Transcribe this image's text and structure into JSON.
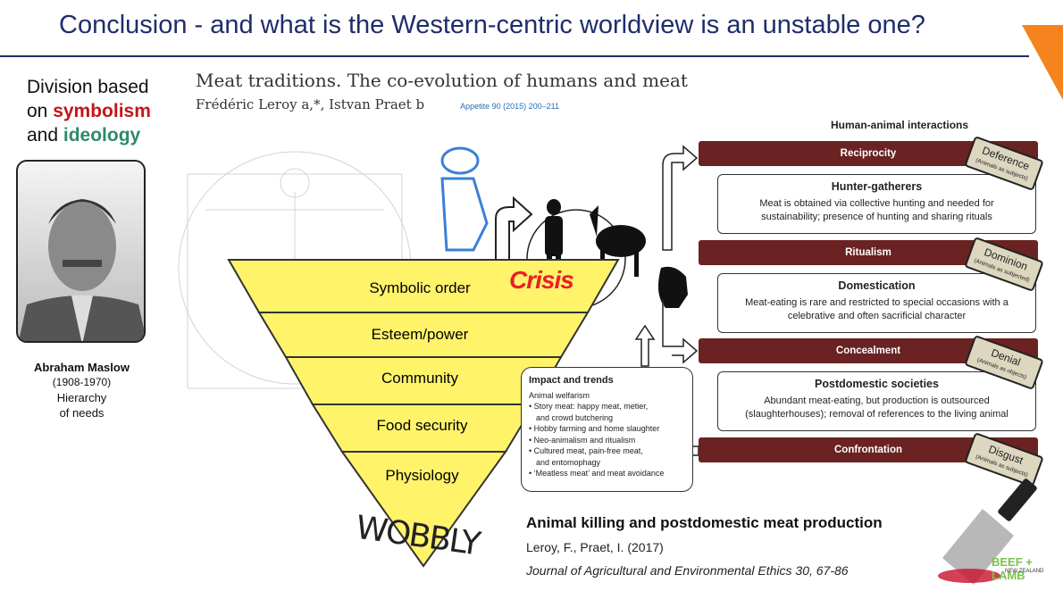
{
  "title": "Conclusion - and what is the Western-centric worldview is an unstable one?",
  "left": {
    "line1": "Division based",
    "on": "on ",
    "symbolism": "symbolism",
    "and": "and ",
    "ideology": "ideology",
    "name": "Abraham Maslow",
    "years": "(1908-1970)",
    "caption1": "Hierarchy",
    "caption2": "of needs"
  },
  "paper1": {
    "title": "Meat traditions. The co-evolution of humans and meat",
    "authors": "Frédéric Leroy a,*, Istvan Praet b",
    "journal": "Appetite 90 (2015) 200–211"
  },
  "pyramid": {
    "levels": [
      "Symbolic order",
      "Esteem/power",
      "Community",
      "Food security",
      "Physiology"
    ],
    "crisis": "Crisis",
    "wobbly": "WOBBLY"
  },
  "interactions": {
    "header": "Human-animal interactions",
    "bars": [
      "Reciprocity",
      "Ritualism",
      "Concealment",
      "Confrontation"
    ],
    "tags": [
      {
        "t": "Deference",
        "s": "(Animals as subjects)"
      },
      {
        "t": "Dominion",
        "s": "(Animals as subjected)"
      },
      {
        "t": "Denial",
        "s": "(Animals as objects)"
      },
      {
        "t": "Disgust",
        "s": "(Animals as subjects)"
      }
    ],
    "boxes": [
      {
        "h": "Hunter-gatherers",
        "l1": "Meat is obtained via collective hunting and needed for",
        "l2": "sustainability; presence of hunting and sharing rituals"
      },
      {
        "h": "Domestication",
        "l1": "Meat-eating is rare and restricted to special occasions with a",
        "l2": "celebrative and often sacrificial character"
      },
      {
        "h": "Postdomestic societies",
        "l1": "Abundant meat-eating, but production is outsourced",
        "l2": "(slaughterhouses); removal of references to the living animal"
      }
    ]
  },
  "impact": {
    "header": "Impact and trends",
    "items": [
      "Animal welfarism",
      "• Story meat: happy meat, metier,",
      "  and crowd butchering",
      "• Hobby farming and home slaughter",
      "• Neo-animalism and ritualism",
      "• Cultured meat, pain-free meat,",
      "  and entomophagy",
      "• ‘Meatless meat’ and meat avoidance"
    ]
  },
  "paper2": {
    "title": "Animal killing and postdomestic meat production",
    "citation": "Leroy, F., Praet, I. (2017)",
    "journal": "Journal of Agricultural and Environmental Ethics 30, 67-86"
  },
  "logo": {
    "brand": "BEEF + LAMB",
    "sub": "NEW ZEALAND"
  }
}
